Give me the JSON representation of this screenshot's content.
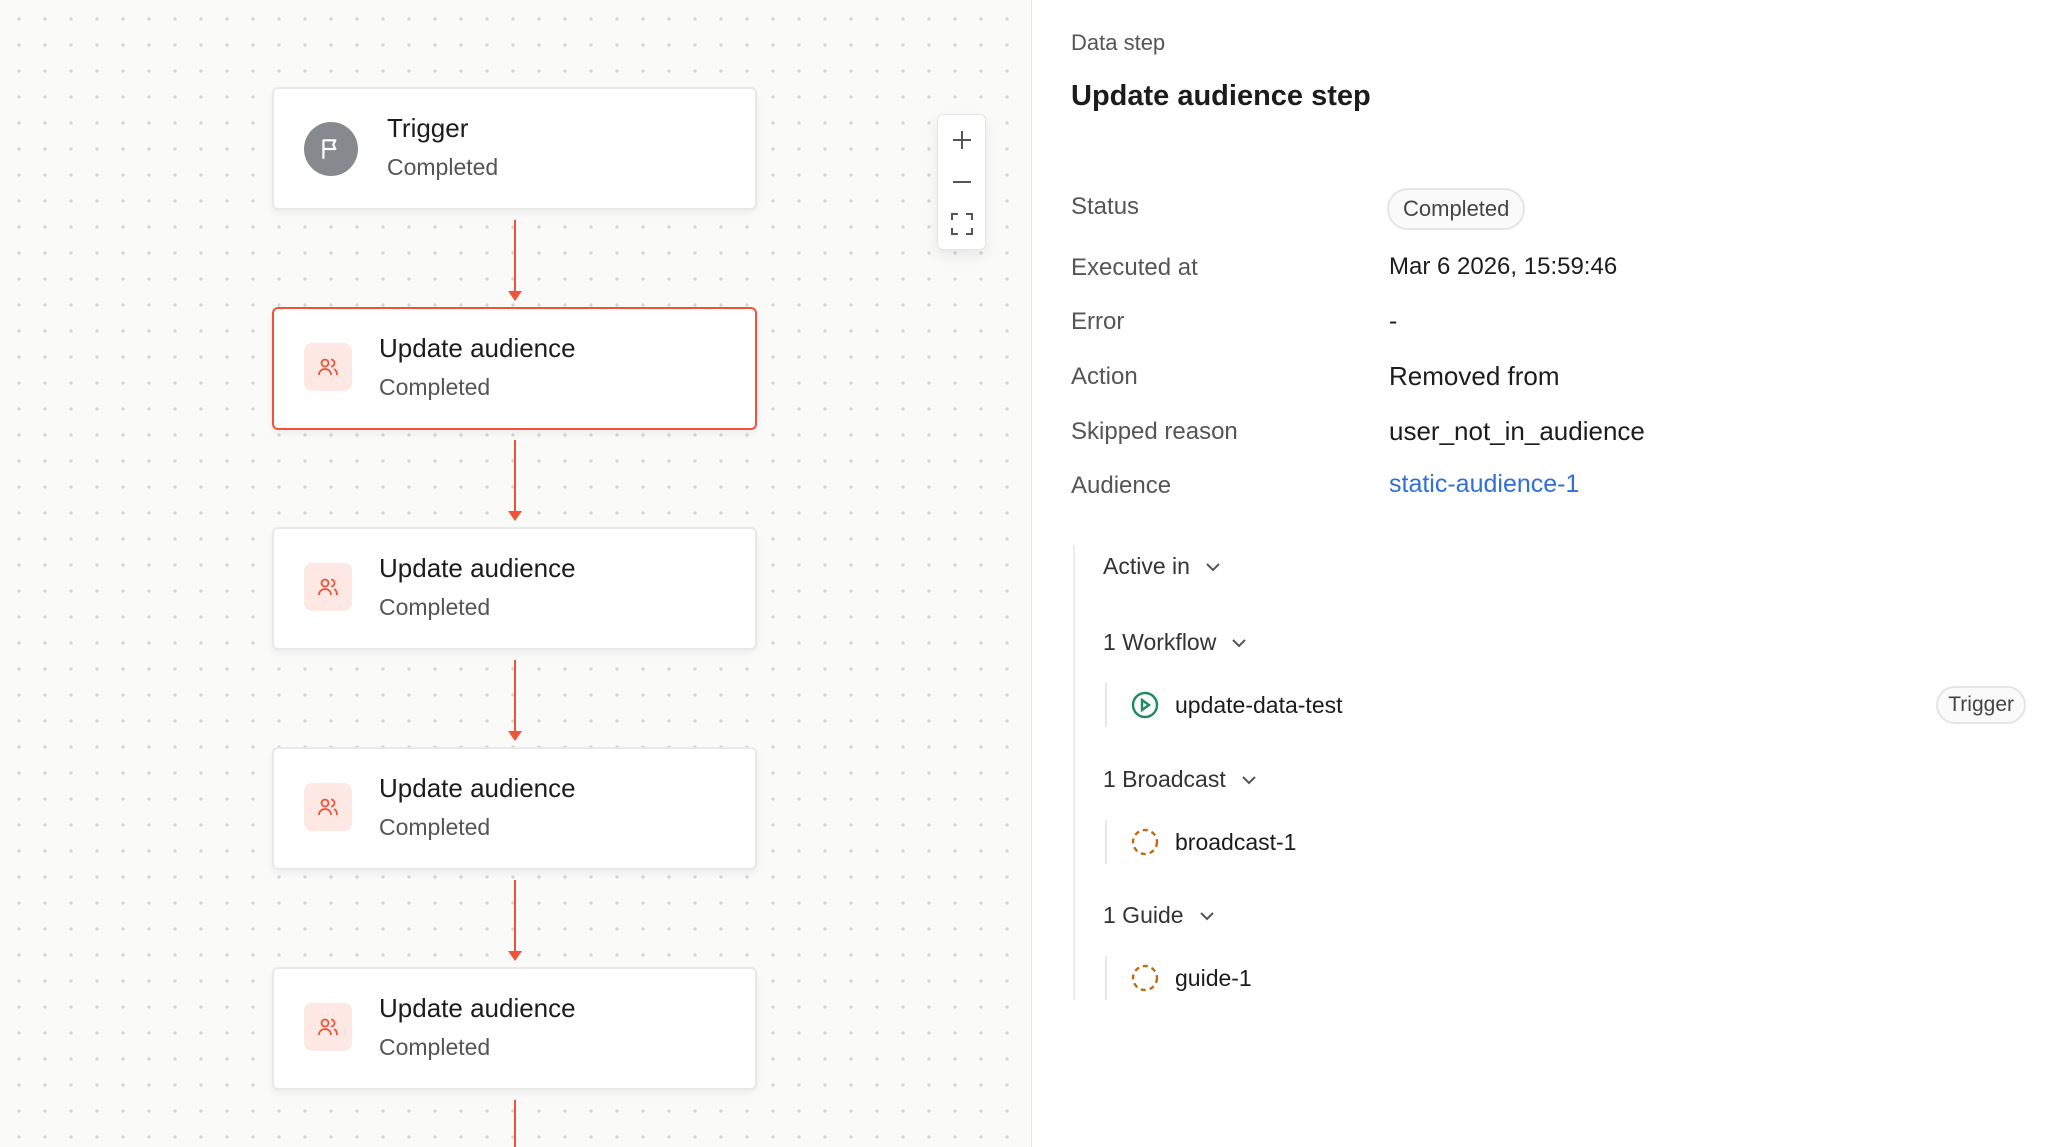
{
  "canvas": {
    "nodes": [
      {
        "title": "Trigger",
        "status": "Completed",
        "icon": "flag-icon"
      },
      {
        "title": "Update audience",
        "status": "Completed",
        "icon": "users-icon",
        "selected": true
      },
      {
        "title": "Update audience",
        "status": "Completed",
        "icon": "users-icon"
      },
      {
        "title": "Update audience",
        "status": "Completed",
        "icon": "users-icon"
      },
      {
        "title": "Update audience",
        "status": "Completed",
        "icon": "users-icon"
      }
    ],
    "accent": "#f0533a"
  },
  "panel": {
    "eyebrow": "Data step",
    "title": "Update audience step",
    "fields": {
      "status_label": "Status",
      "status_value": "Completed",
      "executed_label": "Executed at",
      "executed_value": "Mar 6 2026, 15:59:46",
      "error_label": "Error",
      "error_value": "-",
      "action_label": "Action",
      "action_value": "Removed from",
      "skipped_label": "Skipped reason",
      "skipped_value": "user_not_in_audience",
      "audience_label": "Audience",
      "audience_value": "static-audience-1"
    },
    "active_in": {
      "label": "Active in",
      "workflow": {
        "label": "1 Workflow",
        "item": "update-data-test",
        "badge": "Trigger"
      },
      "broadcast": {
        "label": "1 Broadcast",
        "item": "broadcast-1"
      },
      "guide": {
        "label": "1 Guide",
        "item": "guide-1"
      }
    },
    "link_color": "#2f6fdb"
  }
}
